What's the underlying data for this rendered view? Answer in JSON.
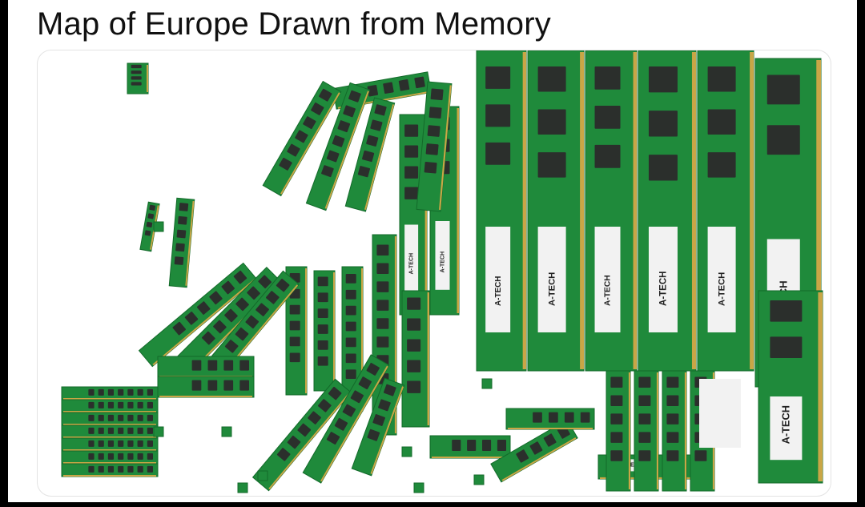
{
  "post": {
    "title": "Map of Europe Drawn from Memory"
  },
  "image": {
    "description_icon": "ram-stick-map-image",
    "module_label": "A-TECH",
    "colors": {
      "pcb": "#1f8a3b",
      "pcb_dark": "#136a2a",
      "chip": "#2b2f2c",
      "gold": "#c9a646",
      "label": "#f2f2f2",
      "background": "#ffffff"
    }
  }
}
